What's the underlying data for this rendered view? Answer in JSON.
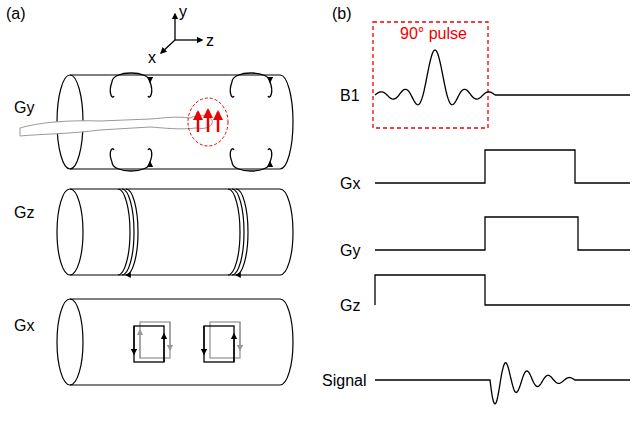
{
  "diagram": {
    "labels": [
      "(a)",
      "(b)",
      "y",
      "z",
      "x",
      "Gy",
      "Gz",
      "Gx",
      "90° pulse",
      "B1",
      "Gx",
      "Gy",
      "Gz",
      "Signal"
    ]
  }
}
